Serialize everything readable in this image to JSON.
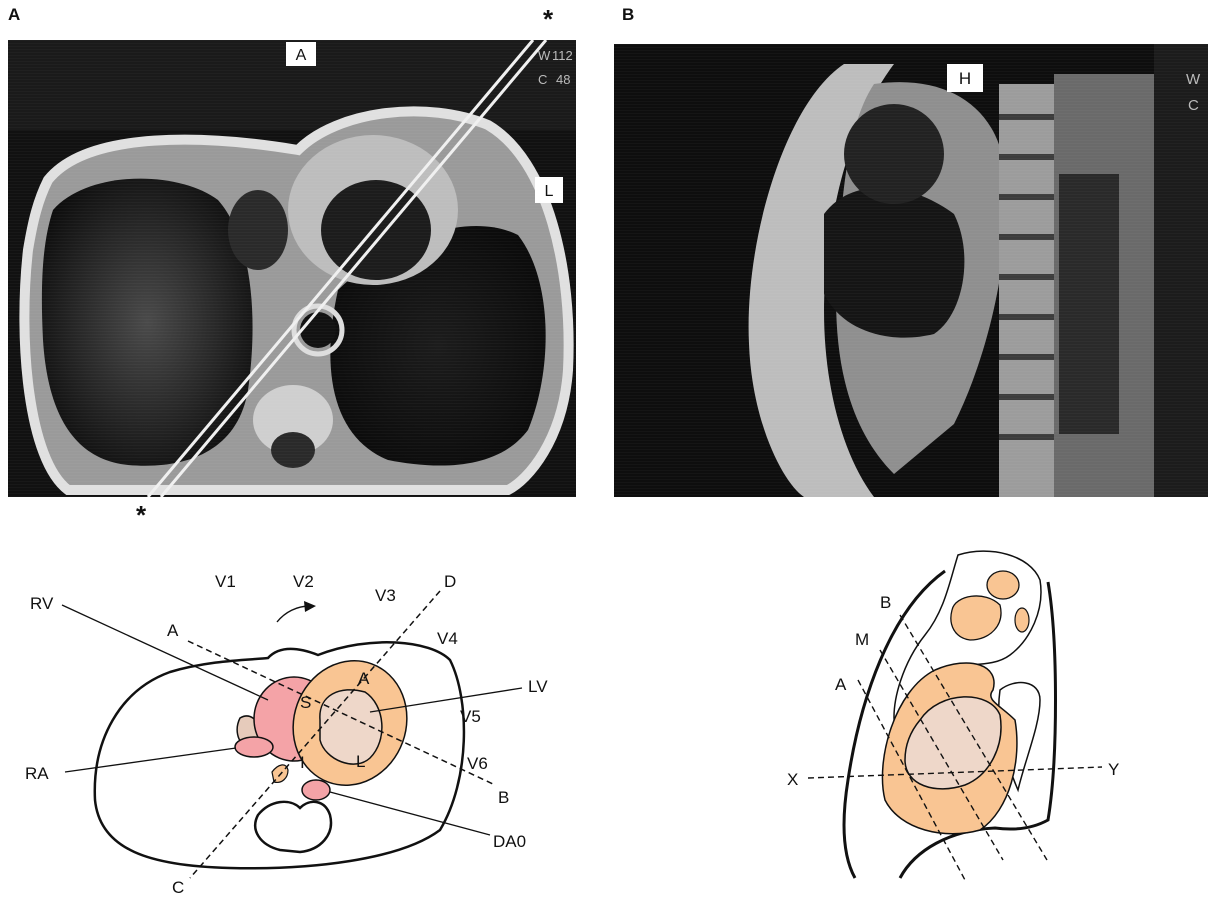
{
  "panels": {
    "left_letter": "A",
    "right_letter": "B"
  },
  "markers": {
    "asterisk_top": "*",
    "asterisk_bottom": "*"
  },
  "axial_mri": {
    "label_anterior": "A",
    "label_left": "L",
    "overlay_top_1": "W",
    "overlay_top_1b": "112",
    "overlay_top_2": "C",
    "overlay_top_2b": "48"
  },
  "sagittal_mri": {
    "label_head": "H",
    "overlay_1": "W",
    "overlay_2": "C"
  },
  "axial_diagram": {
    "labels": {
      "RV": "RV",
      "RA": "RA",
      "LV": "LV",
      "DAO": "DA0",
      "V1": "V1",
      "V2": "V2",
      "V3": "V3",
      "V4": "V4",
      "V5": "V5",
      "V6": "V6",
      "A_line": "A",
      "B_line": "B",
      "C_line": "C",
      "D_line": "D",
      "A_wall": "A",
      "S_wall": "S",
      "I_wall": "I",
      "L_wall": "L"
    }
  },
  "sagittal_diagram": {
    "labels": {
      "B": "B",
      "M": "M",
      "A": "A",
      "X": "X",
      "Y": "Y"
    }
  },
  "colors": {
    "rv_fill": "#f4a3a7",
    "lv_myocardium": "#f9c593",
    "lv_cavity": "#eed7c9",
    "ra_fill": "#f4a3a7",
    "atrium_tan": "#e6cbbb",
    "line": "#111111"
  }
}
